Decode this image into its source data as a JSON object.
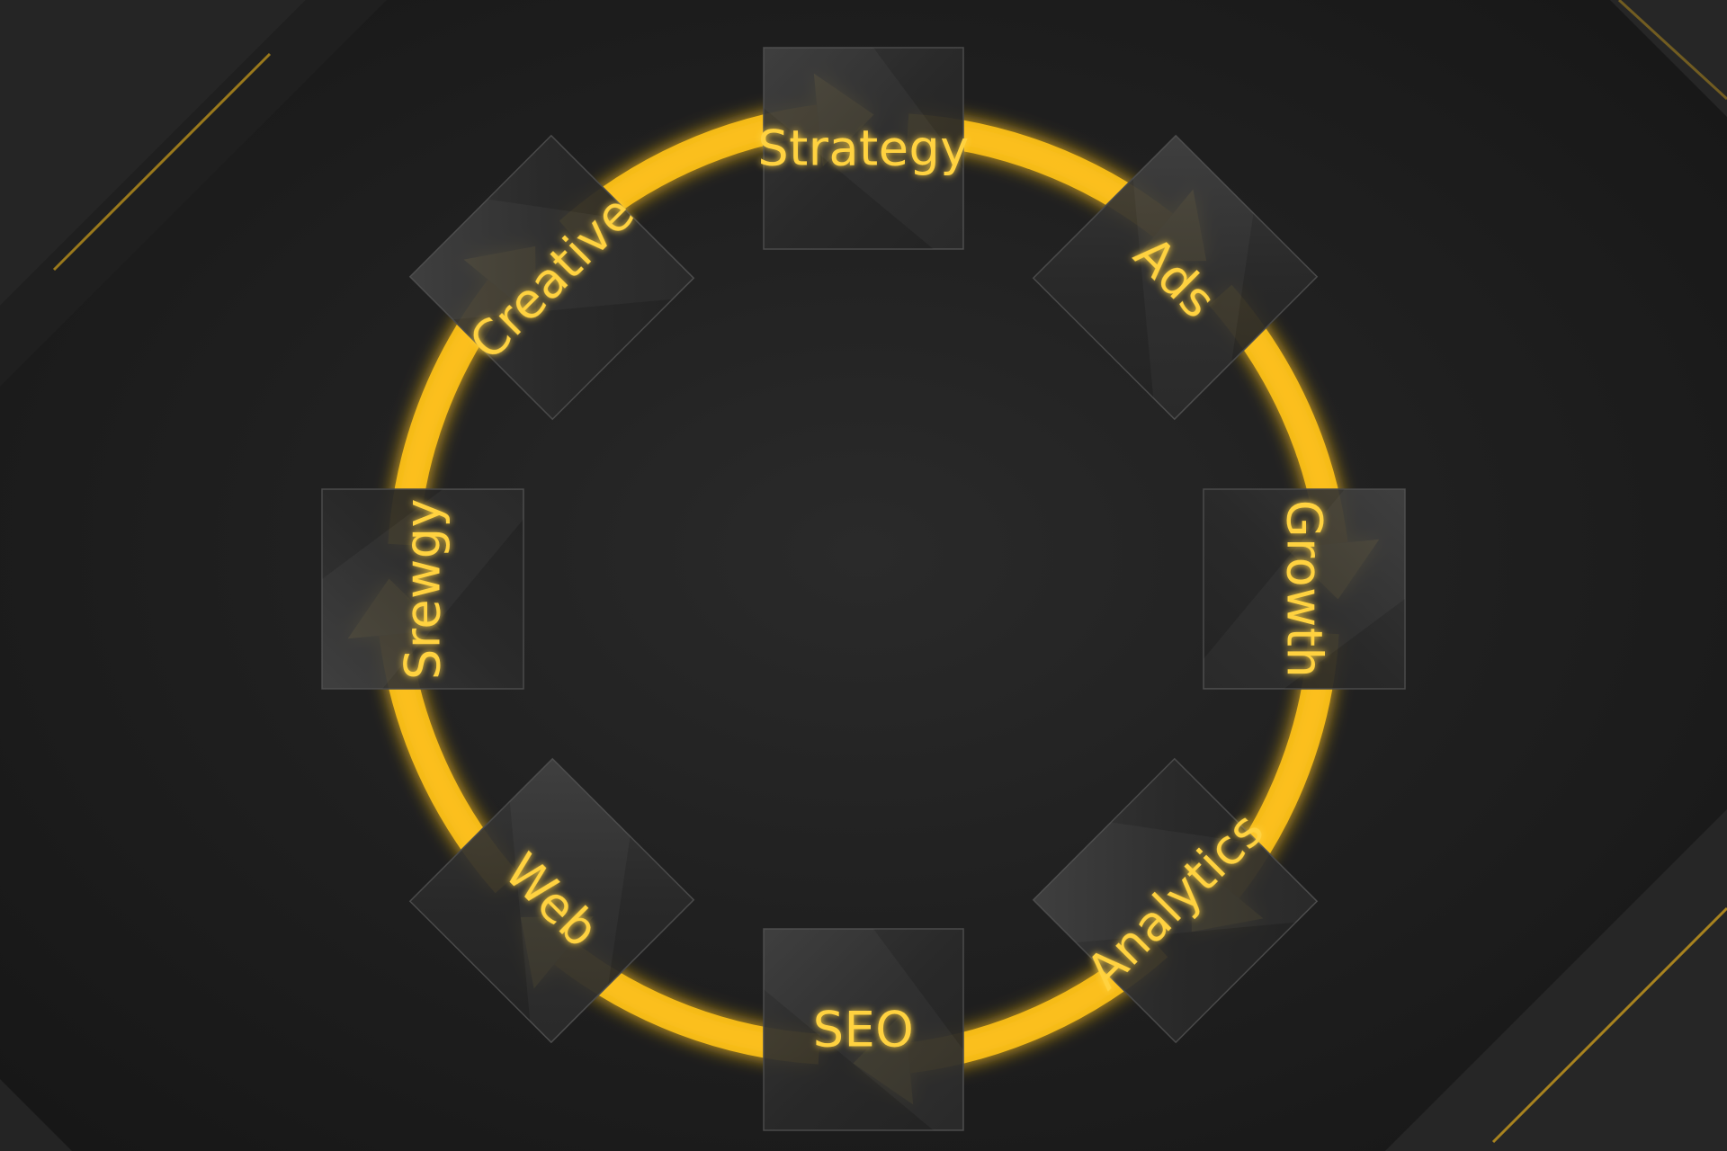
{
  "diagram": {
    "steps": [
      {
        "id": "strategy",
        "label": "Strategy"
      },
      {
        "id": "ads",
        "label": "Ads"
      },
      {
        "id": "growth",
        "label": "Growth"
      },
      {
        "id": "analytics",
        "label": "Analytics"
      },
      {
        "id": "seo",
        "label": "SEO"
      },
      {
        "id": "web",
        "label": "Web"
      },
      {
        "id": "srewgy",
        "label": "Srewgy"
      },
      {
        "id": "creative",
        "label": "Creative"
      }
    ],
    "flow_direction": "clockwise"
  },
  "colors": {
    "background": "#1c1c1c",
    "panel_fill": "#2b2b2b",
    "accent": "#ffc21a",
    "label": "#ffd23f"
  }
}
